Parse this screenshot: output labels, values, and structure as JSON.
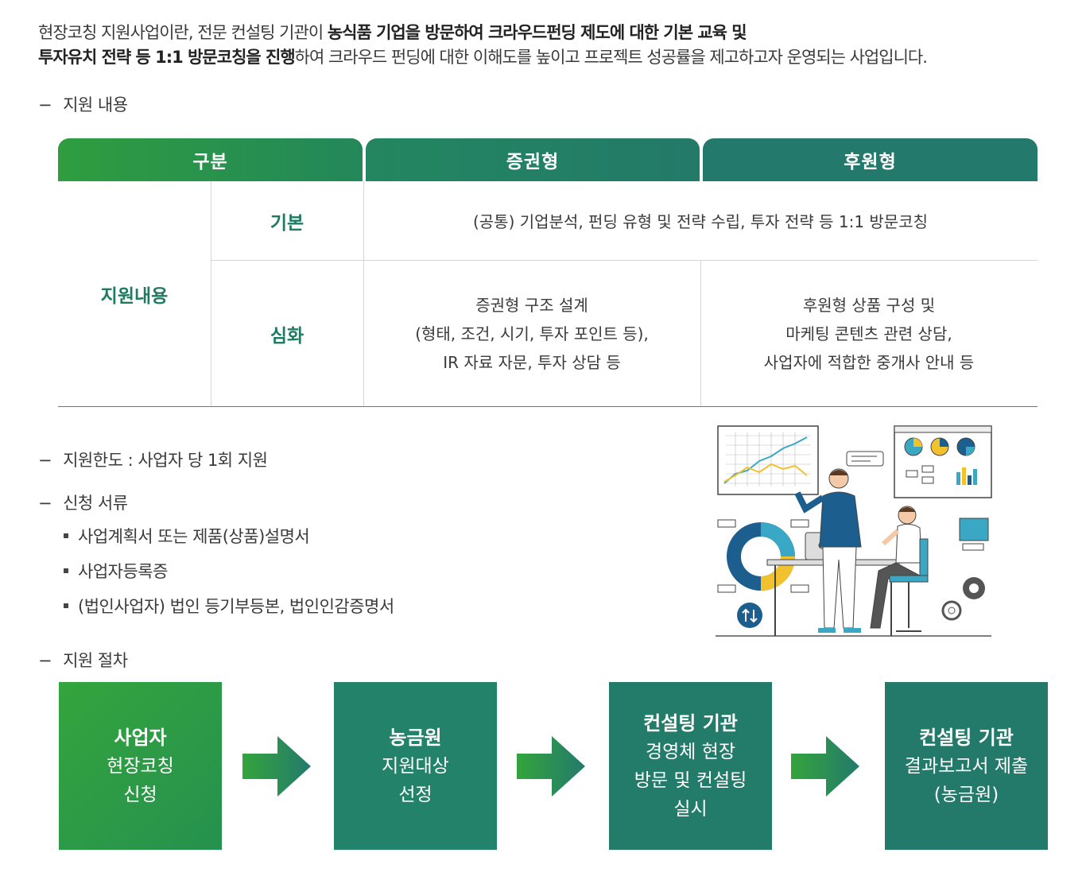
{
  "intro": {
    "line1_a": "현장코칭 지원사업이란, 전문 컨설팅 기관이 ",
    "line1_b": "농식품 기업을 방문하여 크라우드펀딩 제도에 대한 기본 교육 및",
    "line2_a": "투자유치 전략 등 1:1 방문코칭을 진행",
    "line2_b": "하여 크라우드 펀딩에 대한 이해도를 높이고 프로젝트 성공률을 제고하고자 운영되는 사업입니다."
  },
  "section_support_content": "지원 내용",
  "table": {
    "headers": [
      "구분",
      "증권형",
      "후원형"
    ],
    "row_head": "지원내용",
    "sub_basic": "기본",
    "sub_deep": "심화",
    "basic_text": "(공통) 기업분석, 펀딩 유형 및 전략 수립, 투자 전략 등 1:1 방문코칭",
    "deep_security": [
      "증권형 구조 설계",
      "(형태, 조건, 시기, 투자 포인트 등),",
      "IR 자료 자문, 투자 상담 등"
    ],
    "deep_reward": [
      "후원형 상품 구성 및",
      "마케팅 콘텐츠 관련 상담,",
      "사업자에 적합한 중개사 안내 등"
    ]
  },
  "limit": "지원한도 : 사업자 당 1회 지원",
  "docs_title": "신청 서류",
  "docs": [
    "사업계획서 또는 제품(상품)설명서",
    "사업자등록증",
    "(법인사업자) 법인 등기부등본, 법인인감증명서"
  ],
  "procedure_title": "지원 절차",
  "steps": [
    {
      "title": "사업자",
      "lines": [
        "현장코칭",
        "신청"
      ]
    },
    {
      "title": "농금원",
      "lines": [
        "지원대상",
        "선정"
      ]
    },
    {
      "title": "컨설팅 기관",
      "lines": [
        "경영체 현장",
        "방문 및 컨설팅",
        "실시"
      ]
    },
    {
      "title": "컨설팅 기관",
      "lines": [
        "결과보고서 제출",
        "(농금원)"
      ]
    }
  ],
  "colors": {
    "green": "#2f9d3f",
    "teal": "#237a6c",
    "text": "#3a3a3a"
  }
}
